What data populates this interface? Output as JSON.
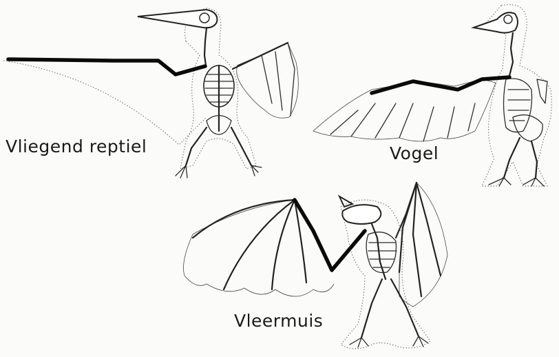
{
  "labels": {
    "pterosaur": "Vliegend reptiel",
    "bird": "Vogel",
    "bat": "Vleermuis"
  }
}
